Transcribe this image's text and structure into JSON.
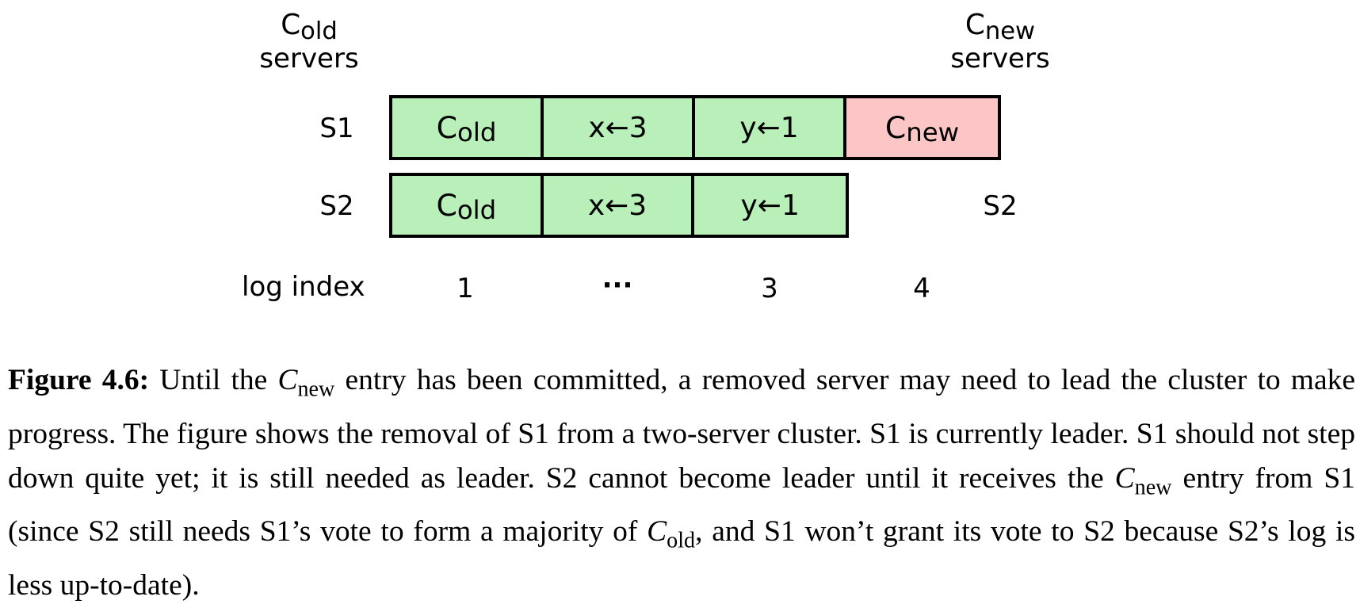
{
  "headers": {
    "old": {
      "letter": "C",
      "sub": "old",
      "line2": "servers"
    },
    "new": {
      "letter": "C",
      "sub": "new",
      "line2": "servers"
    }
  },
  "rows": [
    {
      "label": "S1",
      "entries": [
        {
          "letter": "C",
          "sub": "old",
          "text": "",
          "color": "#b9f0b9"
        },
        {
          "letter": "",
          "sub": "",
          "text": "x←3",
          "color": "#b9f0b9"
        },
        {
          "letter": "",
          "sub": "",
          "text": "y←1",
          "color": "#b9f0b9"
        },
        {
          "letter": "C",
          "sub": "new",
          "text": "",
          "color": "#fdc6c6"
        }
      ]
    },
    {
      "label": "S2",
      "entries": [
        {
          "letter": "C",
          "sub": "old",
          "text": "",
          "color": "#b9f0b9"
        },
        {
          "letter": "",
          "sub": "",
          "text": "x←3",
          "color": "#b9f0b9"
        },
        {
          "letter": "",
          "sub": "",
          "text": "y←1",
          "color": "#b9f0b9"
        }
      ]
    }
  ],
  "new_servers_list": [
    "S2"
  ],
  "log_index": {
    "label": "log index",
    "values": [
      "1",
      "···",
      "3",
      "4"
    ]
  },
  "caption": {
    "label": "Figure 4.6:",
    "p1": " Until the ",
    "c1_letter": "C",
    "c1_sub": "new",
    "p2": " entry has been committed, a removed server may need to lead the cluster to make progress. The figure shows the removal of S1 from a two-server cluster. S1 is currently leader. S1 should not step down quite yet; it is still needed as leader. S2 cannot become leader until it receives the ",
    "c2_letter": "C",
    "c2_sub": "new",
    "p3": " entry from S1 (since S2 still needs S1’s vote to form a majority of ",
    "c3_letter": "C",
    "c3_sub": "old",
    "p4": ", and S1 won’t grant its vote to S2 because S2’s log is less up-to-date)."
  }
}
